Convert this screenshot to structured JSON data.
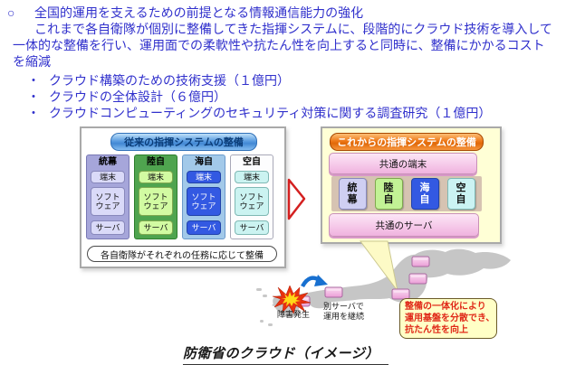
{
  "colors": {
    "intro_text": "#3030CC",
    "before_banner": "#4288D4",
    "after_banner": "#E87010",
    "pink_bar": "#F4C2E6",
    "after_panel_bg": "#FFFFD6",
    "map_gray": "#C6C6C6",
    "callout_text": "#E02818",
    "transform_arrow_red": "#D42020",
    "failover_arrow_blue": "#1870D0"
  },
  "intro": {
    "marker": "○",
    "heading": "全国的運用を支えるための前提となる情報通信能力の強化",
    "body_lines": [
      "これまで各自衛隊が個別に整備してきた指揮システムに、段階的にクラウド技術を導入して",
      "一体的な整備を行い、運用面での柔軟性や抗たん性を向上すると同時に、整備にかかるコスト",
      "を縮減"
    ],
    "bullet_marker": "・",
    "bullets": [
      "クラウド構築のための技術支援（１億円）",
      "クラウドの全体設計（６億円）",
      "クラウドコンピューティングのセキュリティ対策に関する調査研究（１億円）"
    ]
  },
  "before": {
    "title": "従来の指揮システムの整備",
    "row_labels": [
      "端末",
      "ソフトウェア",
      "サーバ"
    ],
    "columns": [
      {
        "name": "統幕",
        "col_bg": "#A6A6DA",
        "col_border": "#7878B4",
        "box_bg": "#DADAF8",
        "box_border": "#8888BB",
        "box_text": "#111111"
      },
      {
        "name": "陸自",
        "col_bg": "#4FA44F",
        "col_border": "#2E7E2E",
        "box_bg": "#D2FBA2",
        "box_border": "#7FA84F",
        "box_text": "#111111"
      },
      {
        "name": "海自",
        "col_bg": "#A2C9E9",
        "col_border": "#6B9BCB",
        "box_bg": "#3359E2",
        "box_border": "#2244AA",
        "box_text": "#FFFFFF"
      },
      {
        "name": "空自",
        "col_bg": "#FDFDFE",
        "col_border": "#A8A8B8",
        "box_bg": "#CBF3F1",
        "box_border": "#7FB8B4",
        "box_text": "#111111"
      }
    ],
    "footer": "各自衛隊がそれぞれの任務に応じて整備"
  },
  "after": {
    "title": "これからの指揮システムの整備",
    "top_bar": "共通の端末",
    "bottom_bar": "共通のサーバ",
    "services": [
      {
        "name": "統幕",
        "bg": "#CFCFF2",
        "border": "#8888BB",
        "text": "#111111"
      },
      {
        "name": "陸自",
        "bg": "#C2F295",
        "border": "#7FA84F",
        "text": "#111111"
      },
      {
        "name": "海自",
        "bg": "#3359E2",
        "border": "#2244AA",
        "text": "#FFFFFF"
      },
      {
        "name": "空自",
        "bg": "#CBF3F3",
        "border": "#7FB8B4",
        "text": "#111111"
      }
    ]
  },
  "map": {
    "failure_label": "障害発生",
    "failover_lines": [
      "別サーバで",
      "運用を継続"
    ],
    "callout_lines": [
      "整備の一体化により",
      "運用基盤を分散でき、",
      "抗たん性を向上"
    ]
  },
  "caption": "防衛省のクラウド（イメージ）"
}
